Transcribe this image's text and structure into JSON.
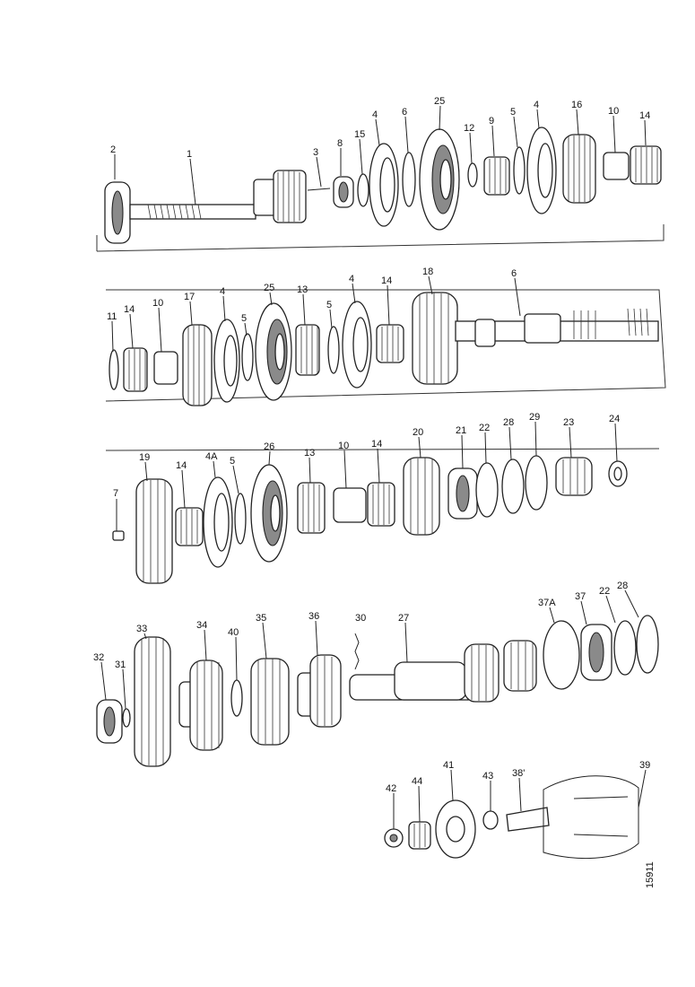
{
  "diagram": {
    "reference_number": "15911",
    "rows": [
      {
        "name": "row-1",
        "labels": [
          "2",
          "1",
          "3",
          "8",
          "15",
          "4",
          "6",
          "25",
          "12",
          "9",
          "5",
          "4",
          "16",
          "10",
          "14"
        ]
      },
      {
        "name": "row-2",
        "labels": [
          "11",
          "14",
          "10",
          "17",
          "4",
          "5",
          "25",
          "13",
          "5",
          "4",
          "14",
          "18",
          "6"
        ]
      },
      {
        "name": "row-3",
        "labels": [
          "7",
          "19",
          "14",
          "4A",
          "5",
          "26",
          "13",
          "10",
          "14",
          "20",
          "21",
          "22",
          "28",
          "29",
          "23",
          "24"
        ]
      },
      {
        "name": "row-4",
        "labels": [
          "32",
          "31",
          "33",
          "34",
          "40",
          "35",
          "36",
          "30",
          "27",
          "37A",
          "37",
          "22",
          "28"
        ]
      },
      {
        "name": "row-5",
        "labels": [
          "42",
          "44",
          "41",
          "43",
          "38'",
          "39"
        ]
      }
    ]
  }
}
